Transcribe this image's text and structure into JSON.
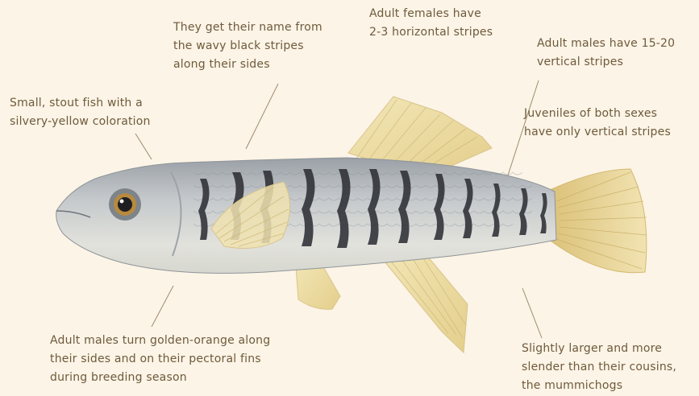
{
  "callouts": {
    "name_origin": {
      "lines": [
        "They get their name from",
        "the wavy black stripes",
        "along their sides"
      ]
    },
    "females": {
      "lines": [
        "Adult females have",
        "2-3 horizontal stripes"
      ]
    },
    "males_stripes": {
      "lines": [
        "Adult males have 15-20",
        "vertical stripes"
      ]
    },
    "size_color": {
      "lines": [
        "Small, stout fish with a",
        "silvery-yellow coloration"
      ]
    },
    "juveniles": {
      "lines": [
        "Juveniles of both sexes",
        "have only vertical stripes"
      ]
    },
    "breeding": {
      "lines": [
        "Adult males turn golden-orange along",
        "their sides and on their pectoral fins",
        "during breeding season"
      ]
    },
    "comparison": {
      "lines": [
        "Slightly larger and more",
        "slender than their cousins,",
        "the mummichogs"
      ]
    }
  },
  "colors": {
    "background": "#fcf4e6",
    "text": "#6e5a3c",
    "leader_line": "#9c8c72",
    "body": "#c9ccce",
    "fin": "#efdfa6",
    "stripe": "#2e3036"
  }
}
